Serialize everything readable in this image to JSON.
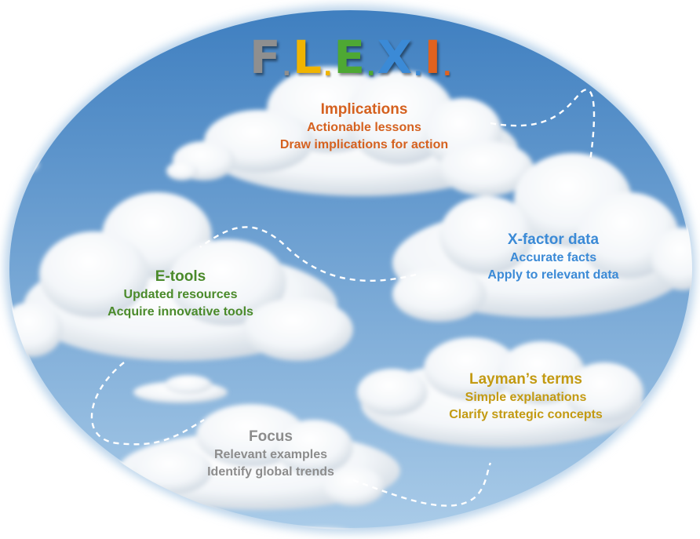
{
  "title": {
    "letters": [
      "F",
      "L",
      "E",
      "X",
      "I"
    ],
    "separator": ".",
    "colors": [
      "#8f8f8f",
      "#f0b400",
      "#4ea833",
      "#3b8ad6",
      "#e0621e"
    ]
  },
  "blocks": [
    {
      "key": "implications",
      "color": "#d5611f",
      "heading": "Implications",
      "lines": [
        "Actionable lessons",
        "Draw implications for action"
      ]
    },
    {
      "key": "x-factor",
      "color": "#3b8ad6",
      "heading": "X-factor data",
      "lines": [
        "Accurate facts",
        "Apply to relevant data"
      ]
    },
    {
      "key": "e-tools",
      "color": "#4a8a2a",
      "heading": "E-tools",
      "lines": [
        "Updated resources",
        "Acquire innovative tools"
      ]
    },
    {
      "key": "layman",
      "color": "#c39a12",
      "heading": "Layman’s terms",
      "lines": [
        "Simple explanations",
        "Clarify strategic concepts"
      ]
    },
    {
      "key": "focus",
      "color": "#8c8c8c",
      "heading": "Focus",
      "lines": [
        "Relevant examples",
        "Identify global trends"
      ]
    }
  ],
  "colors": {
    "sky_top": "#3f7fc0",
    "sky_bottom": "#a9cbe8",
    "connector": "#ffffff"
  }
}
